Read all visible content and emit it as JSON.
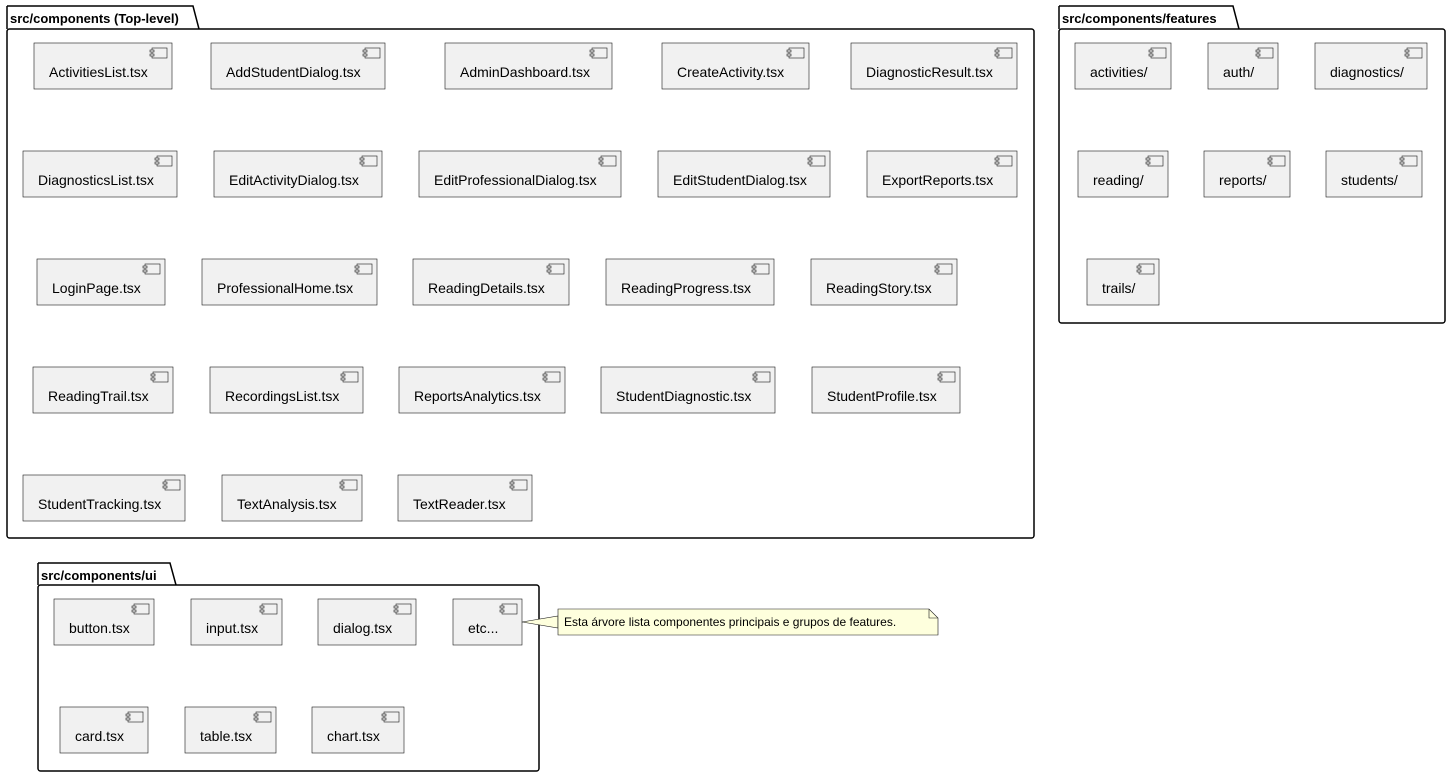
{
  "packages": [
    {
      "id": "top-level",
      "name": "src/components (Top-level)",
      "components": [
        "ActivitiesList.tsx",
        "AddStudentDialog.tsx",
        "AdminDashboard.tsx",
        "CreateActivity.tsx",
        "DiagnosticResult.tsx",
        "DiagnosticsList.tsx",
        "EditActivityDialog.tsx",
        "EditProfessionalDialog.tsx",
        "EditStudentDialog.tsx",
        "ExportReports.tsx",
        "LoginPage.tsx",
        "ProfessionalHome.tsx",
        "ReadingDetails.tsx",
        "ReadingProgress.tsx",
        "ReadingStory.tsx",
        "ReadingTrail.tsx",
        "RecordingsList.tsx",
        "ReportsAnalytics.tsx",
        "StudentDiagnostic.tsx",
        "StudentProfile.tsx",
        "StudentTracking.tsx",
        "TextAnalysis.tsx",
        "TextReader.tsx"
      ]
    },
    {
      "id": "features",
      "name": "src/components/features",
      "components": [
        "activities/",
        "auth/",
        "diagnostics/",
        "reading/",
        "reports/",
        "students/",
        "trails/"
      ]
    },
    {
      "id": "ui",
      "name": "src/components/ui",
      "components": [
        "button.tsx",
        "input.tsx",
        "dialog.tsx",
        "etc...",
        "card.tsx",
        "table.tsx",
        "chart.tsx"
      ]
    }
  ],
  "note": {
    "text": "Esta árvore lista componentes principais e grupos de features.",
    "attached_to": "etc..."
  },
  "colors": {
    "component_fill": "#f1f1f1",
    "component_stroke": "#181818",
    "package_stroke": "#000000",
    "note_fill": "#feffdd",
    "note_stroke": "#181818"
  }
}
